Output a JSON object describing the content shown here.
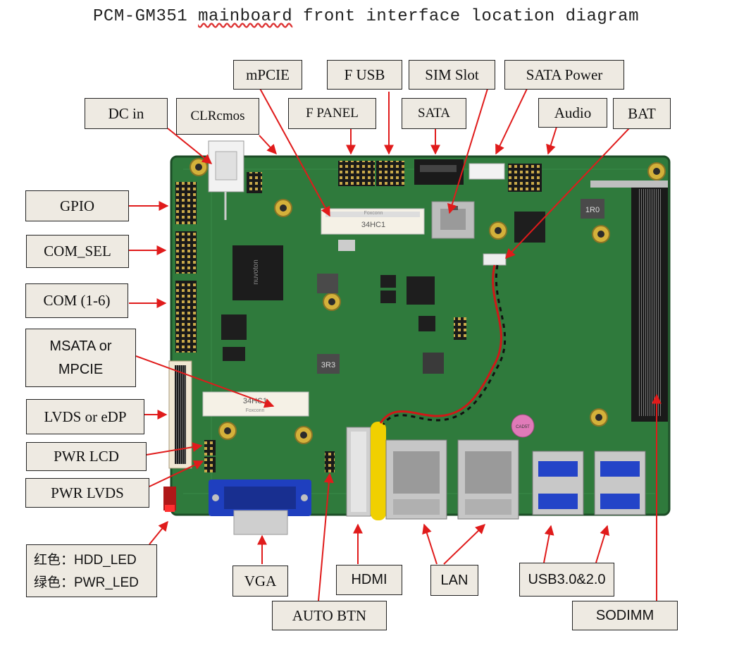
{
  "title": {
    "prefix": "PCM-GM351 ",
    "underlined": "mainboard",
    "suffix": " front interface location diagram"
  },
  "labels": {
    "mpcie": "mPCIE",
    "f_usb": "F  USB",
    "sim_slot": "SIM Slot",
    "sata_power": "SATA Power",
    "dc_in": "DC in",
    "clrcmos": "CLRcmos",
    "f_panel": "F  PANEL",
    "sata": "SATA",
    "audio": "Audio",
    "bat": "BAT",
    "gpio": "GPIO",
    "com_sel": "COM_SEL",
    "com": "COM (1-6)",
    "msata_line1": "MSATA or",
    "msata_line2": "MPCIE",
    "lvds": "LVDS or eDP",
    "pwr_lcd": "PWR  LCD",
    "pwr_lvds": "PWR  LVDS",
    "led_line1": "红色：HDD_LED",
    "led_line2": "绿色：PWR_LED",
    "vga": "VGA",
    "hdmi": "HDMI",
    "lan": "LAN",
    "usb": "USB3.0&2.0",
    "auto_btn": "AUTO  BTN",
    "sodimm": "SODIMM"
  },
  "board_text": {
    "chip_brand": "nuvoton",
    "slot_mark_1": "34HC1",
    "slot_mark_2": "34HC1",
    "slot_brand": "Foxconn",
    "inductor_1": "1R0",
    "inductor_2": "3R3",
    "cap_mark": "CAD5T"
  },
  "colors": {
    "board": "#2f7a3c",
    "board_dark": "#245f2f",
    "label_bg": "#eeeae2",
    "arrow": "#e01b1b",
    "gold": "#c9a94a",
    "vga_blue": "#1f3fbf",
    "battery_yellow": "#f0d000"
  }
}
